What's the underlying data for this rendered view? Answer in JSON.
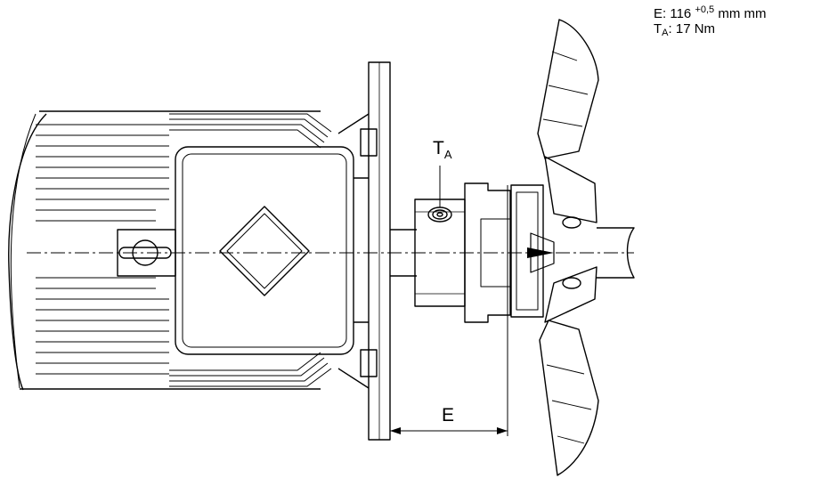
{
  "legend": {
    "e_prefix": "E: 116",
    "e_tolerance": "+0,5",
    "e_unit": "mm mm",
    "ta_main": "T",
    "ta_sub": "A",
    "ta_value": ": 17 Nm"
  },
  "labels": {
    "ta_main": "T",
    "ta_sub": "A",
    "e": "E"
  }
}
